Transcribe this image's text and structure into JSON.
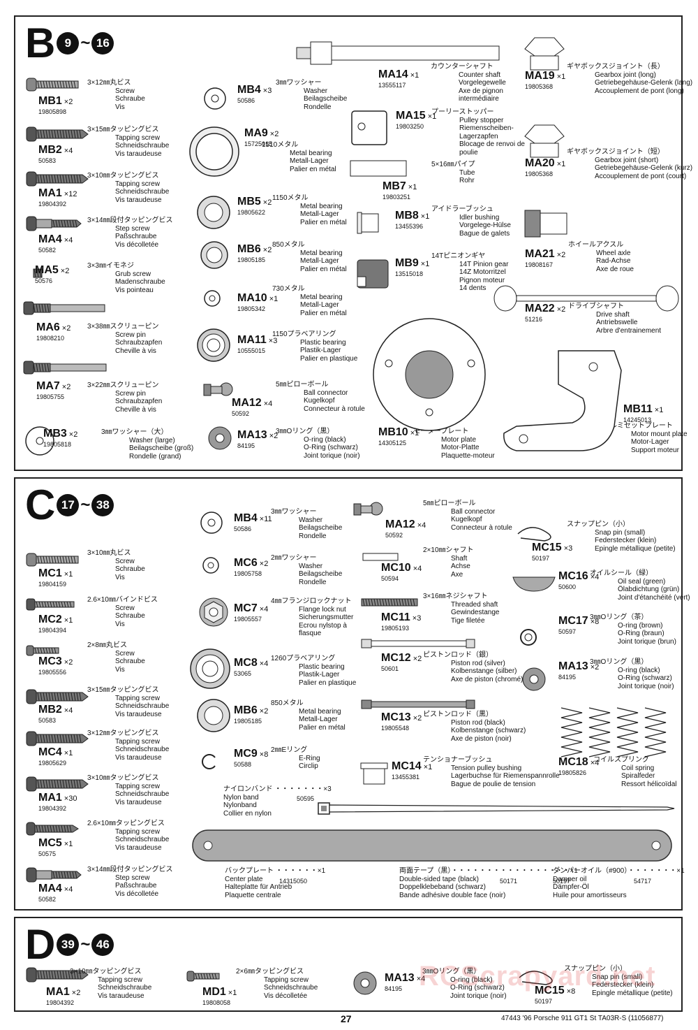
{
  "sections": {
    "B": {
      "letter": "B",
      "from": "9",
      "to": "16"
    },
    "C": {
      "letter": "C",
      "from": "17",
      "to": "38"
    },
    "D": {
      "letter": "D",
      "from": "39",
      "to": "46"
    }
  },
  "tilde": "~",
  "parts": {
    "b_mb1": {
      "code": "MB1",
      "qty": "×2",
      "num": "19805898",
      "jp": "3×12㎜丸ビス",
      "l1": "Screw",
      "l2": "Schraube",
      "l3": "Vis"
    },
    "b_mb2": {
      "code": "MB2",
      "qty": "×4",
      "num": "50583",
      "jp": "3×15㎜タッピングビス",
      "l1": "Tapping screw",
      "l2": "Schneidschraube",
      "l3": "Vis taraudeuse"
    },
    "b_ma1": {
      "code": "MA1",
      "qty": "×12",
      "num": "19804392",
      "jp": "3×10㎜タッピングビス",
      "l1": "Tapping screw",
      "l2": "Schneidschraube",
      "l3": "Vis taraudeuse"
    },
    "b_ma4": {
      "code": "MA4",
      "qty": "×4",
      "num": "50582",
      "jp": "3×14㎜段付タッピングビス",
      "l1": "Step screw",
      "l2": "Paßschraube",
      "l3": "Vis décolletée"
    },
    "b_ma5": {
      "code": "MA5",
      "qty": "×2",
      "num": "50576",
      "jp": "3×3㎜イモネジ",
      "l1": "Grub screw",
      "l2": "Madenschraube",
      "l3": "Vis pointeau"
    },
    "b_ma6": {
      "code": "MA6",
      "qty": "×2",
      "num": "19808210",
      "jp": "3×38㎜スクリューピン",
      "l1": "Screw pin",
      "l2": "Schraubzapfen",
      "l3": "Cheville à vis"
    },
    "b_ma7": {
      "code": "MA7",
      "qty": "×2",
      "num": "19805755",
      "jp": "3×22㎜スクリューピン",
      "l1": "Screw pin",
      "l2": "Schraubzapfen",
      "l3": "Cheville à vis"
    },
    "b_mb3": {
      "code": "MB3",
      "qty": "×2",
      "num": "19805818",
      "jp": "3㎜ワッシャー（大）",
      "l1": "Washer (large)",
      "l2": "Beilagscheibe (groß)",
      "l3": "Rondelle (grand)"
    },
    "b_mb4": {
      "code": "MB4",
      "qty": "×3",
      "num": "50586",
      "jp": "3㎜ワッシャー",
      "l1": "Washer",
      "l2": "Beilagscheibe",
      "l3": "Rondelle"
    },
    "b_ma9": {
      "code": "MA9",
      "qty": "×2",
      "num": "15725015",
      "jp": "1510メタル",
      "l1": "Metal bearing",
      "l2": "Metall-Lager",
      "l3": "Palier en métal"
    },
    "b_mb5": {
      "code": "MB5",
      "qty": "×2",
      "num": "19805622",
      "jp": "1150メタル",
      "l1": "Metal bearing",
      "l2": "Metall-Lager",
      "l3": "Palier en métal"
    },
    "b_mb6": {
      "code": "MB6",
      "qty": "×2",
      "num": "19805185",
      "jp": "850メタル",
      "l1": "Metal bearing",
      "l2": "Metall-Lager",
      "l3": "Palier en métal"
    },
    "b_ma10": {
      "code": "MA10",
      "qty": "×1",
      "num": "19805342",
      "jp": "730メタル",
      "l1": "Metal bearing",
      "l2": "Metall-Lager",
      "l3": "Palier en métal"
    },
    "b_ma11": {
      "code": "MA11",
      "qty": "×3",
      "num": "10555015",
      "jp": "1150プラベアリング",
      "l1": "Plastic bearing",
      "l2": "Plastik-Lager",
      "l3": "Palier en plastique"
    },
    "b_ma12": {
      "code": "MA12",
      "qty": "×4",
      "num": "50592",
      "jp": "5㎜ピローボール",
      "l1": "Ball connector",
      "l2": "Kugelkopf",
      "l3": "Connecteur à rotule"
    },
    "b_ma13": {
      "code": "MA13",
      "qty": "×2",
      "num": "84195",
      "jp": "3㎜Oリング（黒）",
      "l1": "O-ring (black)",
      "l2": "O-Ring (schwarz)",
      "l3": "Joint torique (noir)"
    },
    "b_ma14": {
      "code": "MA14",
      "qty": "×1",
      "num": "13555117",
      "jp": "カウンターシャフト",
      "l1": "Counter shaft",
      "l2": "Vorgelegewelle",
      "l3": "Axe de pignon",
      "l4": "intermédiaire"
    },
    "b_ma15": {
      "code": "MA15",
      "qty": "×1",
      "num": "19803250",
      "jp": "プーリーストッパー",
      "l1": "Pulley stopper",
      "l2": "Riemenscheiben-",
      "l3": "Lagerzapfen",
      "l4": "Blocage de renvoi de",
      "l5": "poulie"
    },
    "b_mb7": {
      "code": "MB7",
      "qty": "×1",
      "num": "19803251",
      "jp": "5×16㎜パイプ",
      "l1": "Tube",
      "l2": "Rohr"
    },
    "b_mb8": {
      "code": "MB8",
      "qty": "×1",
      "num": "13455396",
      "jp": "アイドラーブッシュ",
      "l1": "Idler bushing",
      "l2": "Vorgelege-Hülse",
      "l3": "Bague de galets"
    },
    "b_mb9": {
      "code": "MB9",
      "qty": "×1",
      "num": "13515018",
      "jp": "14Tピニオンギヤ",
      "l1": "14T Pinion gear",
      "l2": "14Z Motorritzel",
      "l3": "Pignon moteur",
      "l4": "14 dents"
    },
    "b_mb10": {
      "code": "MB10",
      "qty": "×1",
      "num": "14305125",
      "jp": "モータープレート",
      "l1": "Motor plate",
      "l2": "Motor-Platte",
      "l3": "Plaquette-moteur"
    },
    "b_ma19": {
      "code": "MA19",
      "qty": "×1",
      "num": "19805368",
      "jp": "ギヤボックスジョイント（長）",
      "l1": "Gearbox joint (long)",
      "l2": "Getriebegehäuse-Gelenk (lang)",
      "l3": "Accouplement de pont (long)"
    },
    "b_ma20": {
      "code": "MA20",
      "qty": "×1",
      "num": "19805368",
      "jp": "ギヤボックスジョイント（短）",
      "l1": "Gearbox joint (short)",
      "l2": "Getriebegehäuse-Gelenk (kurz)",
      "l3": "Accouplement de pont (court)"
    },
    "b_ma21": {
      "code": "MA21",
      "qty": "×2",
      "num": "19808167",
      "jp": "ホイールアクスル",
      "l1": "Wheel axle",
      "l2": "Rad-Achse",
      "l3": "Axe de roue"
    },
    "b_ma22": {
      "code": "MA22",
      "qty": "×2",
      "num": "51216",
      "jp": "ドライブシャフト",
      "l1": "Drive shaft",
      "l2": "Antriebswelle",
      "l3": "Arbre d'entrainement"
    },
    "b_mb11": {
      "code": "MB11",
      "qty": "×1",
      "num": "14245013",
      "jp": "アルミセットプレート",
      "l1": "Motor mount plate",
      "l2": "Motor-Lager",
      "l3": "Support moteur"
    },
    "c_mc1": {
      "code": "MC1",
      "qty": "×1",
      "num": "19804159",
      "jp": "3×10㎜丸ビス",
      "l1": "Screw",
      "l2": "Schraube",
      "l3": "Vis"
    },
    "c_mc2": {
      "code": "MC2",
      "qty": "×1",
      "num": "19804394",
      "jp": "2.6×10㎜バインドビス",
      "l1": "Screw",
      "l2": "Schraube",
      "l3": "Vis"
    },
    "c_mc3": {
      "code": "MC3",
      "qty": "×2",
      "num": "19805556",
      "jp": "2×8㎜丸ビス",
      "l1": "Screw",
      "l2": "Schraube",
      "l3": "Vis"
    },
    "c_mb2": {
      "code": "MB2",
      "qty": "×4",
      "num": "50583",
      "jp": "3×15㎜タッピングビス",
      "l1": "Tapping screw",
      "l2": "Schneidschraube",
      "l3": "Vis taraudeuse"
    },
    "c_mc4": {
      "code": "MC4",
      "qty": "×1",
      "num": "19805629",
      "jp": "3×12㎜タッピングビス",
      "l1": "Tapping screw",
      "l2": "Schneidschraube",
      "l3": "Vis taraudeuse"
    },
    "c_ma1": {
      "code": "MA1",
      "qty": "×30",
      "num": "19804392",
      "jp": "3×10㎜タッピングビス",
      "l1": "Tapping screw",
      "l2": "Schneidschraube",
      "l3": "Vis taraudeuse"
    },
    "c_mc5": {
      "code": "MC5",
      "qty": "×1",
      "num": "50575",
      "jp": "2.6×10㎜タッピングビス",
      "l1": "Tapping screw",
      "l2": "Schneidschraube",
      "l3": "Vis taraudeuse"
    },
    "c_ma4": {
      "code": "MA4",
      "qty": "×4",
      "num": "50582",
      "jp": "3×14㎜段付タッピングビス",
      "l1": "Step screw",
      "l2": "Paßschraube",
      "l3": "Vis décolletée"
    },
    "c_mb4": {
      "code": "MB4",
      "qty": "×11",
      "num": "50586",
      "jp": "3㎜ワッシャー",
      "l1": "Washer",
      "l2": "Beilagscheibe",
      "l3": "Rondelle"
    },
    "c_mc6": {
      "code": "MC6",
      "qty": "×2",
      "num": "19805758",
      "jp": "2㎜ワッシャー",
      "l1": "Washer",
      "l2": "Beilagscheibe",
      "l3": "Rondelle"
    },
    "c_mc7": {
      "code": "MC7",
      "qty": "×4",
      "num": "19805557",
      "jp": "4㎜フランジロックナット",
      "l1": "Flange lock nut",
      "l2": "Sicherungsmutter",
      "l3": "Ecrou nylstop à",
      "l4": "flasque"
    },
    "c_mc8": {
      "code": "MC8",
      "qty": "×4",
      "num": "53065",
      "jp": "1260プラベアリング",
      "l1": "Plastic bearing",
      "l2": "Plastik-Lager",
      "l3": "Palier en plastique"
    },
    "c_mb6": {
      "code": "MB6",
      "qty": "×2",
      "num": "19805185",
      "jp": "850メタル",
      "l1": "Metal bearing",
      "l2": "Metall-Lager",
      "l3": "Palier en métal"
    },
    "c_mc9": {
      "code": "MC9",
      "qty": "×8",
      "num": "50588",
      "jp": "2㎜Eリング",
      "l1": "E-Ring",
      "l2": "Circlip"
    },
    "c_ma12": {
      "code": "MA12",
      "qty": "×4",
      "num": "50592",
      "jp": "5㎜ピローボール",
      "l1": "Ball connector",
      "l2": "Kugelkopf",
      "l3": "Connecteur à rotule"
    },
    "c_mc10": {
      "code": "MC10",
      "qty": "×4",
      "num": "50594",
      "jp": "2×10㎜シャフト",
      "l1": "Shaft",
      "l2": "Achse",
      "l3": "Axe"
    },
    "c_mc11": {
      "code": "MC11",
      "qty": "×3",
      "num": "19805193",
      "jp": "3×16㎜ネジシャフト",
      "l1": "Threaded shaft",
      "l2": "Gewindestange",
      "l3": "Tige filetée"
    },
    "c_mc12": {
      "code": "MC12",
      "qty": "×2",
      "num": "50601",
      "jp": "ピストンロッド（銀）",
      "l1": "Piston rod (silver)",
      "l2": "Kolbenstange (silber)",
      "l3": "Axe de piston (chromé)"
    },
    "c_mc13": {
      "code": "MC13",
      "qty": "×2",
      "num": "19805548",
      "jp": "ピストンロッド（黒）",
      "l1": "Piston rod (black)",
      "l2": "Kolbenstange (schwarz)",
      "l3": "Axe de piston (noir)"
    },
    "c_mc14": {
      "code": "MC14",
      "qty": "×1",
      "num": "13455381",
      "jp": "テンショナーブッシュ",
      "l1": "Tension pulley bushing",
      "l2": "Lagerbuchse für Riemenspannrolle",
      "l3": "Bague de poulie de tension"
    },
    "c_mc15": {
      "code": "MC15",
      "qty": "×3",
      "num": "50197",
      "jp": "スナップピン（小）",
      "l1": "Snap pin (small)",
      "l2": "Federstecker (klein)",
      "l3": "Epingle métallique (petite)"
    },
    "c_mc16": {
      "code": "MC16",
      "qty": "×4",
      "num": "50600",
      "jp": "オイルシール（緑）",
      "l1": "Oil seal (green)",
      "l2": "Ölabdichtung (grün)",
      "l3": "Joint d'étanchéité (vert)"
    },
    "c_mc17": {
      "code": "MC17",
      "qty": "×8",
      "num": "50597",
      "jp": "3㎜Oリング（茶）",
      "l1": "O-ring (brown)",
      "l2": "O-Ring (braun)",
      "l3": "Joint torique (brun)"
    },
    "c_ma13": {
      "code": "MA13",
      "qty": "×2",
      "num": "84195",
      "jp": "3㎜Oリング（黒）",
      "l1": "O-ring (black)",
      "l2": "O-Ring (schwarz)",
      "l3": "Joint torique (noir)"
    },
    "c_mc18": {
      "code": "MC18",
      "qty": "×4",
      "num": "19805826",
      "jp": "コイルスプリング",
      "l1": "Coil spring",
      "l2": "Spiralfeder",
      "l3": "Ressort hélicoïdal"
    },
    "d_ma1": {
      "code": "MA1",
      "qty": "×2",
      "num": "19804392",
      "jp": "3×10㎜タッピングビス",
      "l1": "Tapping screw",
      "l2": "Schneidschraube",
      "l3": "Vis taraudeuse"
    },
    "d_md1": {
      "code": "MD1",
      "qty": "×1",
      "num": "19808058",
      "jp": "2×6㎜タッピングビス",
      "l1": "Tapping screw",
      "l2": "Schneidschraube",
      "l3": "Vis décolletée"
    },
    "d_ma13": {
      "code": "MA13",
      "qty": "×4",
      "num": "84195",
      "jp": "3㎜Oリング（黒）",
      "l1": "O-ring (black)",
      "l2": "O-Ring (schwarz)",
      "l3": "Joint torique (noir)"
    },
    "d_mc15": {
      "code": "MC15",
      "qty": "×8",
      "num": "50197",
      "jp": "スナップピン（小）",
      "l1": "Snap pin (small)",
      "l2": "Federstecker (klein)",
      "l3": "Epingle métallique (petite)"
    }
  },
  "extras": {
    "nylon": {
      "jp": "ナイロンバンド ・・・・・・・×3",
      "num": "50595",
      "l1": "Nylon band",
      "l2": "Nylonband",
      "l3": "Collier en nylon"
    },
    "counter": {
      "jp": "バックプレート ・・・・・・×1",
      "num": "14315050",
      "l1": "Center plate",
      "l2": "Halteplatte für Antrieb",
      "l3": "Plaquette centrale"
    },
    "tape": {
      "jp": "両面テープ（黒）・・・・・・・・・・・・・・・・・×1",
      "num": "50171",
      "l1": "Double-sided tape (black)",
      "l2": "Doppelklebeband (schwarz)",
      "l3": "Bande adhésive double face (noir)"
    },
    "oil": {
      "jp": "ダンパーオイル（#900）・・・・・・・×1",
      "num": "50197",
      "num2": "54717",
      "l1": "Damper oil",
      "l2": "Dämpfer-Öl",
      "l3": "Huile pour amortisseurs"
    }
  },
  "footer": {
    "page": "27",
    "ref": "47443 '96 Porsche 911 GT1 St TA03R-S (11056877)"
  },
  "watermark": "RCScrapyard.net"
}
